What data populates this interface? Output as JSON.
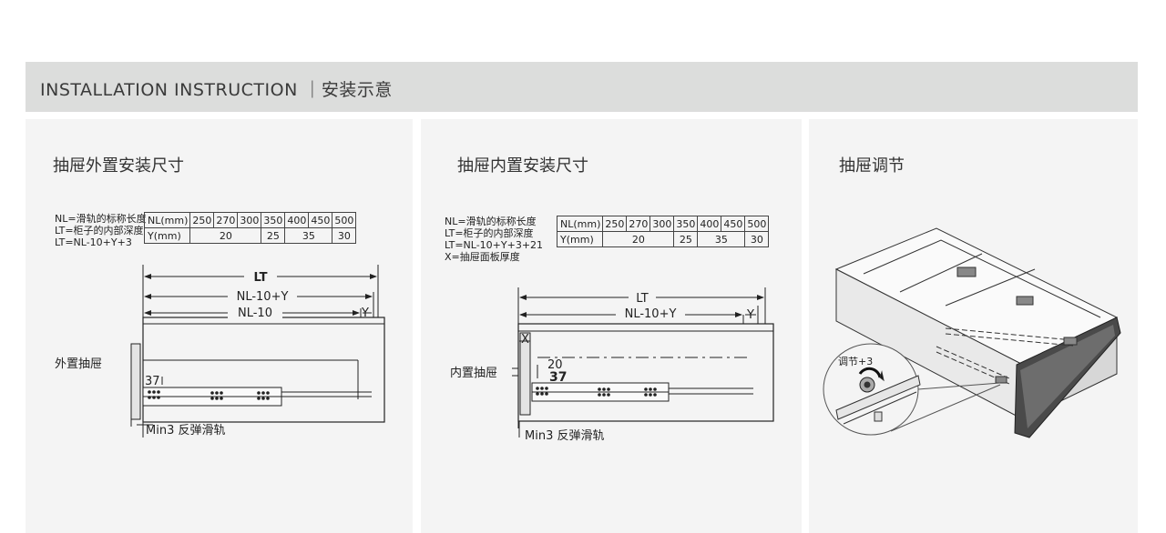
{
  "banner": {
    "title": "INSTALLATION INSTRUCTION ｜安装示意"
  },
  "panel_external": {
    "title": "抽屉外置安装尺寸",
    "notes": [
      "NL=滑轨的标称长度",
      "LT=柜子的内部深度",
      "LT=NL-10+Y+3"
    ],
    "table": {
      "header_label": "NL(mm)",
      "nl_values": [
        "250",
        "270",
        "300",
        "350",
        "400",
        "450",
        "500"
      ],
      "row_label": "Y(mm)",
      "y_values": [
        "20",
        "25",
        "35",
        "30"
      ]
    },
    "dims": {
      "lt": "LT",
      "nl_minus": "NL-10+Y",
      "nl10": "NL-10",
      "y": "Y",
      "gap": "37"
    },
    "callout_drawer": "外置抽屉",
    "callout_slide": "Min3 反弹滑轨"
  },
  "panel_internal": {
    "title": "抽屉内置安装尺寸",
    "notes": [
      "NL=滑轨的标称长度",
      "LT=柜子的内部深度",
      "LT=NL-10+Y+3+21",
      "X=抽屉面板厚度"
    ],
    "table": {
      "header_label": "NL(mm)",
      "nl_values": [
        "250",
        "270",
        "300",
        "350",
        "400",
        "450",
        "500"
      ],
      "row_label": "Y(mm)",
      "y_values": [
        "20",
        "25",
        "35",
        "30"
      ]
    },
    "dims": {
      "lt": "LT",
      "nl_minus": "NL-10+Y",
      "y": "Y",
      "x": "X",
      "d20": "20",
      "d37": "37"
    },
    "callout_drawer": "内置抽屉",
    "callout_slide": "Min3 反弹滑轨"
  },
  "panel_adjust": {
    "title": "抽屉调节",
    "callout": "调节+3"
  }
}
